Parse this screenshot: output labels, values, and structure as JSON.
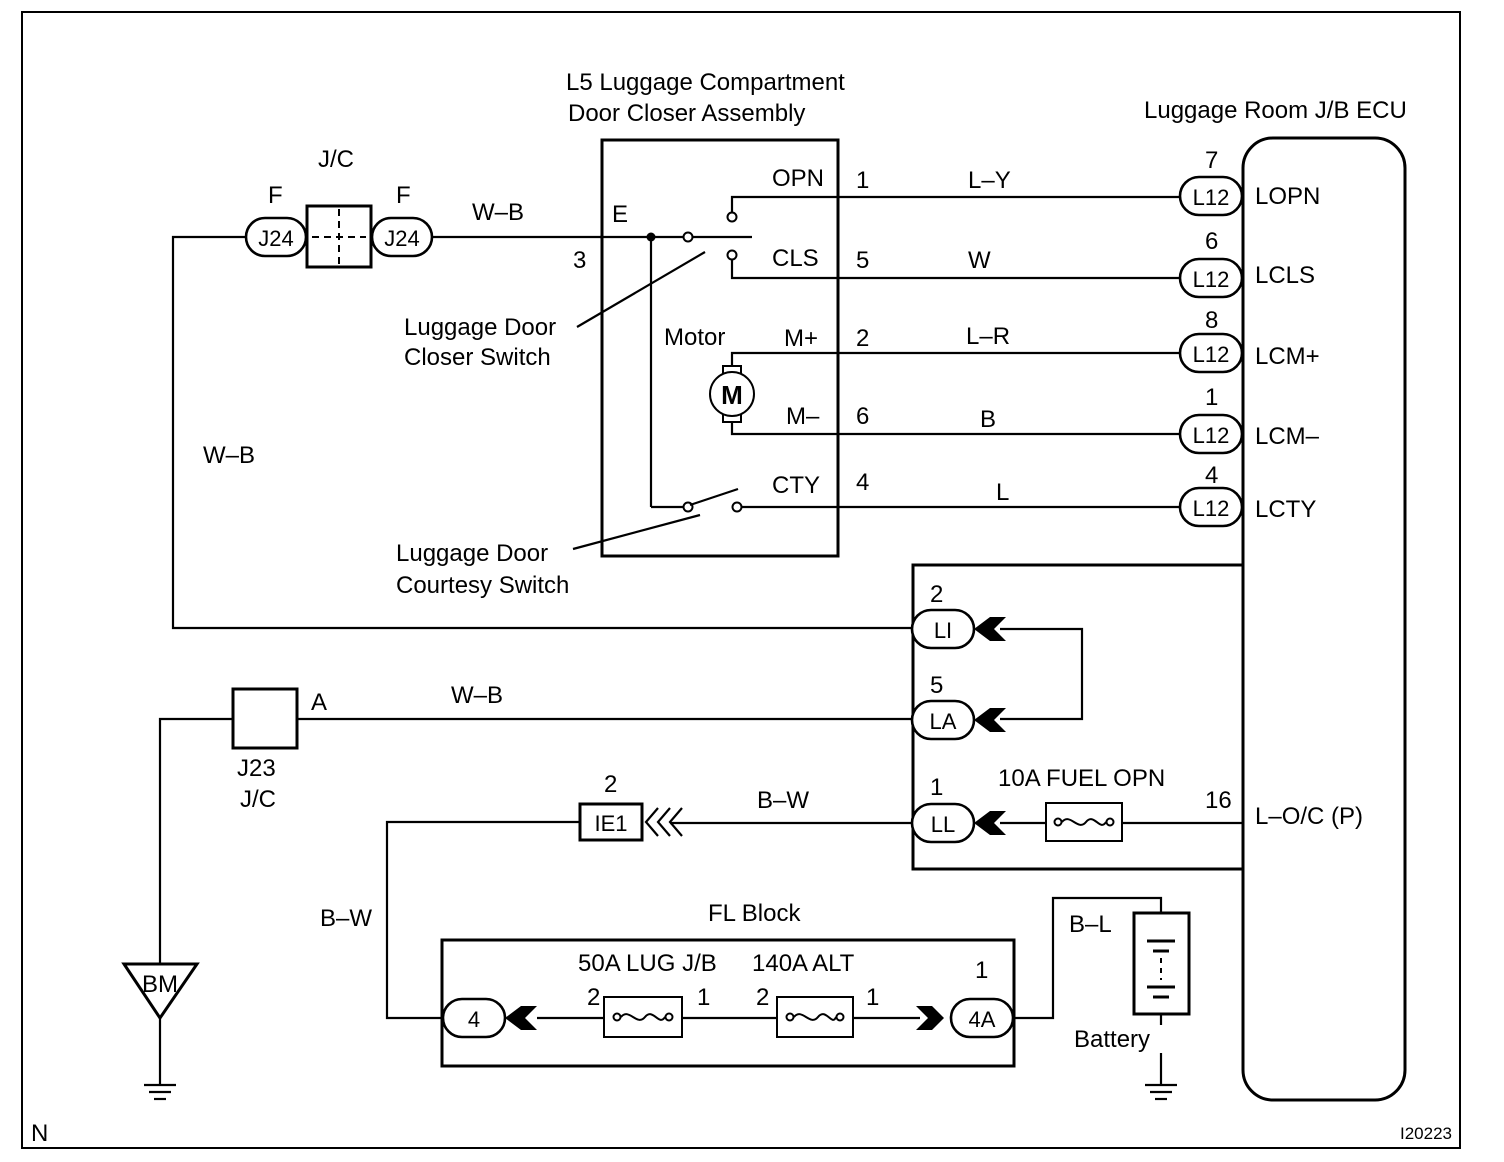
{
  "footer": {
    "left_code": "N",
    "right_code": "I20223"
  },
  "l5": {
    "title_line1": "L5 Luggage Compartment",
    "title_line2": "Door Closer Assembly",
    "terminal_e": "E",
    "terminal_e_pin": "3",
    "pins": [
      {
        "label": "OPN",
        "number": "1"
      },
      {
        "label": "CLS",
        "number": "5"
      },
      {
        "label": "M+",
        "number": "2"
      },
      {
        "label": "M–",
        "number": "6"
      },
      {
        "label": "CTY",
        "number": "4"
      }
    ],
    "motor_label": "Motor",
    "motor_symbol": "M",
    "closer_switch_line1": "Luggage Door",
    "closer_switch_line2": "Closer Switch",
    "courtesy_switch_line1": "Luggage Door",
    "courtesy_switch_line2": "Courtesy Switch"
  },
  "jb_ecu": {
    "title": "Luggage Room J/B ECU",
    "terminals": [
      {
        "connector": "L12",
        "pin": "7",
        "name": "LOPN",
        "wire": "L–Y"
      },
      {
        "connector": "L12",
        "pin": "6",
        "name": "LCLS",
        "wire": "W"
      },
      {
        "connector": "L12",
        "pin": "8",
        "name": "LCM+",
        "wire": "L–R"
      },
      {
        "connector": "L12",
        "pin": "1",
        "name": "LCM–",
        "wire": "B"
      },
      {
        "connector": "L12",
        "pin": "4",
        "name": "LCTY",
        "wire": "L"
      }
    ],
    "inner_connectors": [
      {
        "connector": "LI",
        "pin": "2"
      },
      {
        "connector": "LA",
        "pin": "5"
      },
      {
        "connector": "LL",
        "pin": "1"
      }
    ],
    "fuse_label": "10A FUEL OPN",
    "fuse_pin": "16",
    "lo_terminal": "L–O/C (P)"
  },
  "jc_top": {
    "label": "J/C",
    "left_letter": "F",
    "right_letter": "F",
    "left_connector": "J24",
    "right_connector": "J24",
    "wire_right": "W–B",
    "wire_left_vertical": "W–B"
  },
  "j23": {
    "letter": "A",
    "label_line1": "J23",
    "label_line2": "J/C",
    "wire": "W–B"
  },
  "ground": {
    "label": "BM"
  },
  "ie1": {
    "connector": "IE1",
    "pin": "2",
    "wire": "B–W",
    "wire_vertical": "B–W"
  },
  "fl_block": {
    "title": "FL Block",
    "fuse1_label": "50A LUG J/B",
    "fuse2_label": "140A ALT",
    "fuse1_pin_left": "2",
    "fuse1_pin_right": "1",
    "fuse2_pin_left": "2",
    "fuse2_pin_right": "1",
    "left_connector": "4",
    "right_connector": "4A",
    "right_connector_pin": "1"
  },
  "battery": {
    "label": "Battery",
    "wire": "B–L"
  }
}
